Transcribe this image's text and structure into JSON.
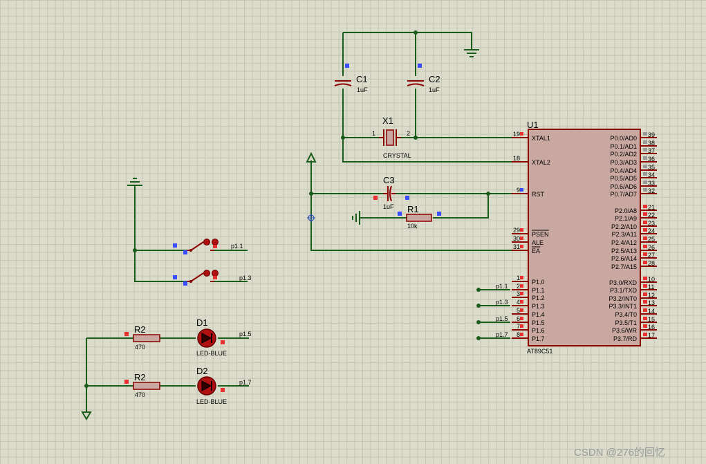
{
  "components": {
    "c1": {
      "ref": "C1",
      "value": "1uF"
    },
    "c2": {
      "ref": "C2",
      "value": "1uF"
    },
    "c3": {
      "ref": "C3",
      "value": "1uF"
    },
    "x1": {
      "ref": "X1",
      "value": "CRYSTAL",
      "pin1": "1",
      "pin2": "2"
    },
    "r1": {
      "ref": "R1",
      "value": "10k"
    },
    "r2a": {
      "ref": "R2",
      "value": "470"
    },
    "r2b": {
      "ref": "R2",
      "value": "470"
    },
    "d1": {
      "ref": "D1",
      "value": "LED-BLUE"
    },
    "d2": {
      "ref": "D2",
      "value": "LED-BLUE"
    },
    "u1": {
      "ref": "U1",
      "part": "AT89C51"
    }
  },
  "net_labels": {
    "sw1": "p1.1",
    "sw2": "p1.3",
    "led1": "p1.5",
    "led2": "p1.7",
    "u1_p11": "p1.1",
    "u1_p13": "p1.3",
    "u1_p15": "p1.5",
    "u1_p17": "p1.7"
  },
  "u1_left_pins": [
    {
      "num": "19",
      "name": "XTAL1"
    },
    {
      "num": "18",
      "name": "XTAL2"
    },
    {
      "num": "9",
      "name": "RST"
    },
    {
      "num": "29",
      "name": "PSEN"
    },
    {
      "num": "30",
      "name": "ALE"
    },
    {
      "num": "31",
      "name": "EA"
    },
    {
      "num": "1",
      "name": "P1.0"
    },
    {
      "num": "2",
      "name": "P1.1"
    },
    {
      "num": "3",
      "name": "P1.2"
    },
    {
      "num": "4",
      "name": "P1.3"
    },
    {
      "num": "5",
      "name": "P1.4"
    },
    {
      "num": "6",
      "name": "P1.5"
    },
    {
      "num": "7",
      "name": "P1.6"
    },
    {
      "num": "8",
      "name": "P1.7"
    }
  ],
  "u1_right_pins": [
    {
      "num": "39",
      "name": "P0.0/AD0"
    },
    {
      "num": "38",
      "name": "P0.1/AD1"
    },
    {
      "num": "37",
      "name": "P0.2/AD2"
    },
    {
      "num": "36",
      "name": "P0.3/AD3"
    },
    {
      "num": "35",
      "name": "P0.4/AD4"
    },
    {
      "num": "34",
      "name": "P0.5/AD5"
    },
    {
      "num": "33",
      "name": "P0.6/AD6"
    },
    {
      "num": "32",
      "name": "P0.7/AD7"
    },
    {
      "num": "21",
      "name": "P2.0/A8"
    },
    {
      "num": "22",
      "name": "P2.1/A9"
    },
    {
      "num": "23",
      "name": "P2.2/A10"
    },
    {
      "num": "24",
      "name": "P2.3/A11"
    },
    {
      "num": "25",
      "name": "P2.4/A12"
    },
    {
      "num": "26",
      "name": "P2.5/A13"
    },
    {
      "num": "27",
      "name": "P2.6/A14"
    },
    {
      "num": "28",
      "name": "P2.7/A15"
    },
    {
      "num": "10",
      "name": "P3.0/RXD"
    },
    {
      "num": "11",
      "name": "P3.1/TXD"
    },
    {
      "num": "12",
      "name": "P3.2/INT0"
    },
    {
      "num": "13",
      "name": "P3.3/INT1"
    },
    {
      "num": "14",
      "name": "P3.4/T0"
    },
    {
      "num": "15",
      "name": "P3.5/T1"
    },
    {
      "num": "16",
      "name": "P3.6/WR"
    },
    {
      "num": "17",
      "name": "P3.7/RD"
    }
  ],
  "watermark": "CSDN @276的回忆",
  "colors": {
    "wire": "#1a5c1a",
    "component": "#8b0000",
    "chip_fill": "#c8a8a0",
    "grid": "#c4c4b2",
    "background": "#dcdccc"
  }
}
